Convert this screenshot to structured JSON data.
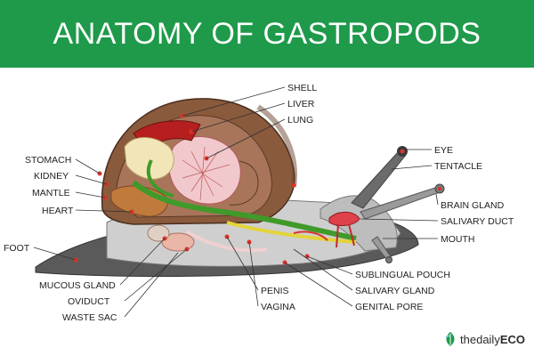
{
  "title": "ANATOMY OF GASTROPODS",
  "labels": {
    "shell": "SHELL",
    "liver": "LIVER",
    "lung": "LUNG",
    "eye": "EYE",
    "tentacle": "TENTACLE",
    "stomach": "STOMACH",
    "kidney": "KIDNEY",
    "mantle": "MANTLE",
    "heart": "HEART",
    "foot": "FOOT",
    "brain_gland": "BRAIN GLAND",
    "salivary_duct": "SALIVARY DUCT",
    "mouth": "MOUTH",
    "mucous_gland": "MUCOUS GLAND",
    "oviduct": "OVIDUCT",
    "waste_sac": "WASTE SAC",
    "penis": "PENIS",
    "vagina": "VAGINA",
    "sublingual_pouch": "SUBLINGUAL POUCH",
    "salivary_gland": "SALIVARY GLAND",
    "genital_pore": "GENITAL PORE"
  },
  "brand": {
    "prefix": "thedaily",
    "suffix": "ECO",
    "icon": "leaf-icon"
  },
  "colors": {
    "banner": "#1e9a4a",
    "shell": "#8a5a3c",
    "body": "#8e8e8e",
    "foot": "#5a5a5a",
    "intestine": "#3f9a2a",
    "marker": "#d9342b"
  }
}
